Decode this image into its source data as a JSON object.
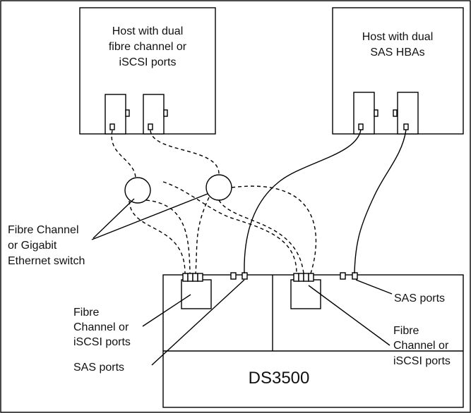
{
  "diagram": {
    "host_left_label": [
      "Host with dual",
      "fibre channel or",
      "iSCSI ports"
    ],
    "host_right_label": [
      "Host with dual",
      "SAS HBAs"
    ],
    "switch_label": [
      "Fibre Channel",
      "or Gigabit",
      "Ethernet switch"
    ],
    "left_fc_label": [
      "Fibre",
      "Channel or",
      "iSCSI ports"
    ],
    "left_sas_label": "SAS ports",
    "right_sas_label": "SAS ports",
    "right_fc_label": [
      "Fibre",
      "Channel or",
      "iSCSI ports"
    ],
    "storage_label": "DS3500"
  }
}
